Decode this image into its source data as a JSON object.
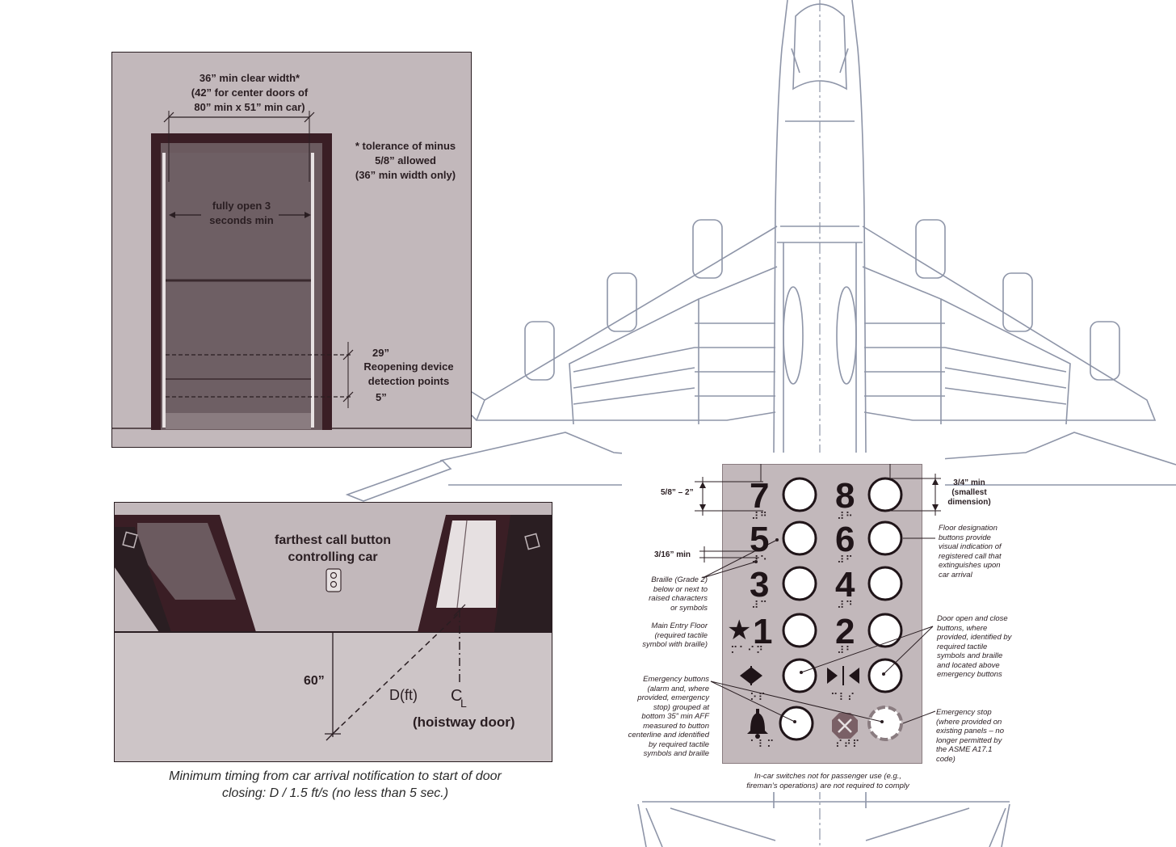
{
  "colors": {
    "panel_bg": "#c2b8bb",
    "frame_dark": "#3a1e25",
    "airplane_line": "#8e95a8",
    "text": "#2a1e22"
  },
  "door_figure": {
    "clear_width_line1": "36” min clear width*",
    "clear_width_line2": "(42” for center doors of",
    "clear_width_line3": "80” min x 51” min car)",
    "tolerance_line1": "* tolerance of minus",
    "tolerance_line2": "5/8” allowed",
    "tolerance_line3": "(36” min width only)",
    "fully_open_line1": "fully open 3",
    "fully_open_line2": "seconds min",
    "dim_29": "29”",
    "reopening_line1": "Reopening device",
    "reopening_line2": "detection points",
    "dim_5": "5”"
  },
  "hall_figure": {
    "farthest_line1": "farthest call button",
    "farthest_line2": "controlling car",
    "dim_60": "60”",
    "d_ft": "D(ft)",
    "cl_c": "C",
    "cl_l": "L",
    "hoistway": "(hoistway door)",
    "caption_line1": "Minimum timing from car arrival notification to start of door",
    "caption_line2": "closing: D / 1.5 ft/s (no less than 5 sec.)"
  },
  "control_panel": {
    "numbers": [
      "7",
      "8",
      "5",
      "6",
      "3",
      "4",
      "1",
      "2"
    ],
    "star": "★",
    "braille": [
      "⠼⠛",
      "⠼⠓",
      "⠼⠑",
      "⠼⠋",
      "⠼⠉",
      "⠼⠙",
      "⠍⠁⠊⠝",
      "⠼⠃",
      "⠕⠏",
      "⠉⠇⠎",
      "⠁⠇⠍",
      "⠎⠞⠏"
    ],
    "dim_char_height": "5/8” – 2”",
    "dim_button_line1": "3/4” min",
    "dim_button_line2": "(smallest",
    "dim_button_line3": "dimension)",
    "dim_316": "3/16” min",
    "note_floor_designation": [
      "Floor designation",
      "buttons provide",
      "visual indication of",
      "registered call that",
      "extinguishes upon",
      "car arrival"
    ],
    "note_braille": [
      "Braille (Grade 2)",
      "below or next to",
      "raised characters",
      "or symbols"
    ],
    "note_main_entry": [
      "Main Entry Floor",
      "(required tactile",
      "symbol with braille)"
    ],
    "note_door_open": [
      "Door open and close",
      "buttons, where",
      "provided, identified by",
      "required tactile",
      "symbols and braille",
      "and located above",
      "emergency buttons"
    ],
    "note_emergency_buttons": [
      "Emergency buttons",
      "(alarm and, where",
      "provided, emergency",
      "stop) grouped at",
      "bottom 35” min AFF",
      "measured to button",
      "centerline and identified",
      "by required tactile",
      "symbols and braille"
    ],
    "note_emergency_stop": [
      "Emergency stop",
      "(where provided on",
      "existing panels – no",
      "longer permitted by",
      "the ASME A17.1",
      "code)"
    ],
    "note_in_car": [
      "In-car switches not for passenger use (e.g.,",
      "fireman’s operations) are not required to comply"
    ]
  }
}
